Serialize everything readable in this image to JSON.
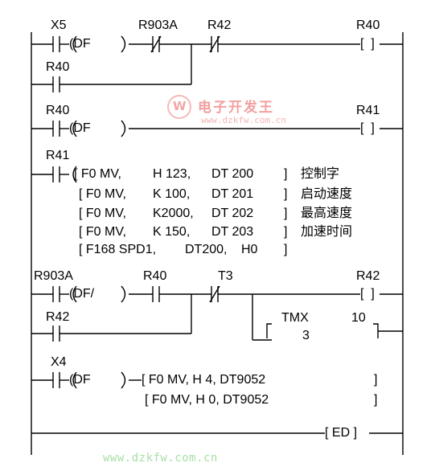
{
  "watermark": {
    "title": "电子开发王",
    "url": "www.dzkfw.com.cn",
    "bottom_url": "www.dzkfw.com.cn"
  },
  "rung1": {
    "x5": "X5",
    "df": "(DF",
    "r903a": "R903A",
    "r42": "R42",
    "r40_coil": "R40",
    "coil": "[  ]",
    "r40_latch": "R40"
  },
  "rung2": {
    "r40": "R40",
    "df": "(DF",
    "r41": "R41",
    "coil": "[  ]"
  },
  "rung3": {
    "r41": "R41",
    "lines": [
      {
        "open": "[ F0 MV,",
        "op1": "H 123,",
        "op2": "DT 200",
        "close": "]",
        "note": "控制字"
      },
      {
        "open": "[ F0 MV,",
        "op1": "K 100,",
        "op2": "DT 201",
        "close": "]",
        "note": "启动速度"
      },
      {
        "open": "[ F0 MV,",
        "op1": "K2000,",
        "op2": "DT 202",
        "close": "]",
        "note": "最高速度"
      },
      {
        "open": "[ F0 MV,",
        "op1": "K 150,",
        "op2": "DT 203",
        "close": "]",
        "note": "加速时间"
      },
      {
        "open": "[ F168 SPD1,",
        "op1": "DT200,",
        "op2": "H0",
        "close": "]",
        "note": ""
      }
    ]
  },
  "rung4": {
    "r903a": "R903A",
    "df": "(DF/",
    "r40": "R40",
    "t3": "T3",
    "r42_coil": "R42",
    "coil": "[  ]",
    "r42_latch": "R42",
    "tmx": "TMX",
    "tmx_no": "10",
    "tmx_set": "3"
  },
  "rung5": {
    "x4": "X4",
    "df": "(DF",
    "line1": "[ F0 MV, H 4, DT9052",
    "line2": "[ F0 MV, H 0, DT9052",
    "close": "]"
  },
  "end": {
    "ed": "ED"
  }
}
